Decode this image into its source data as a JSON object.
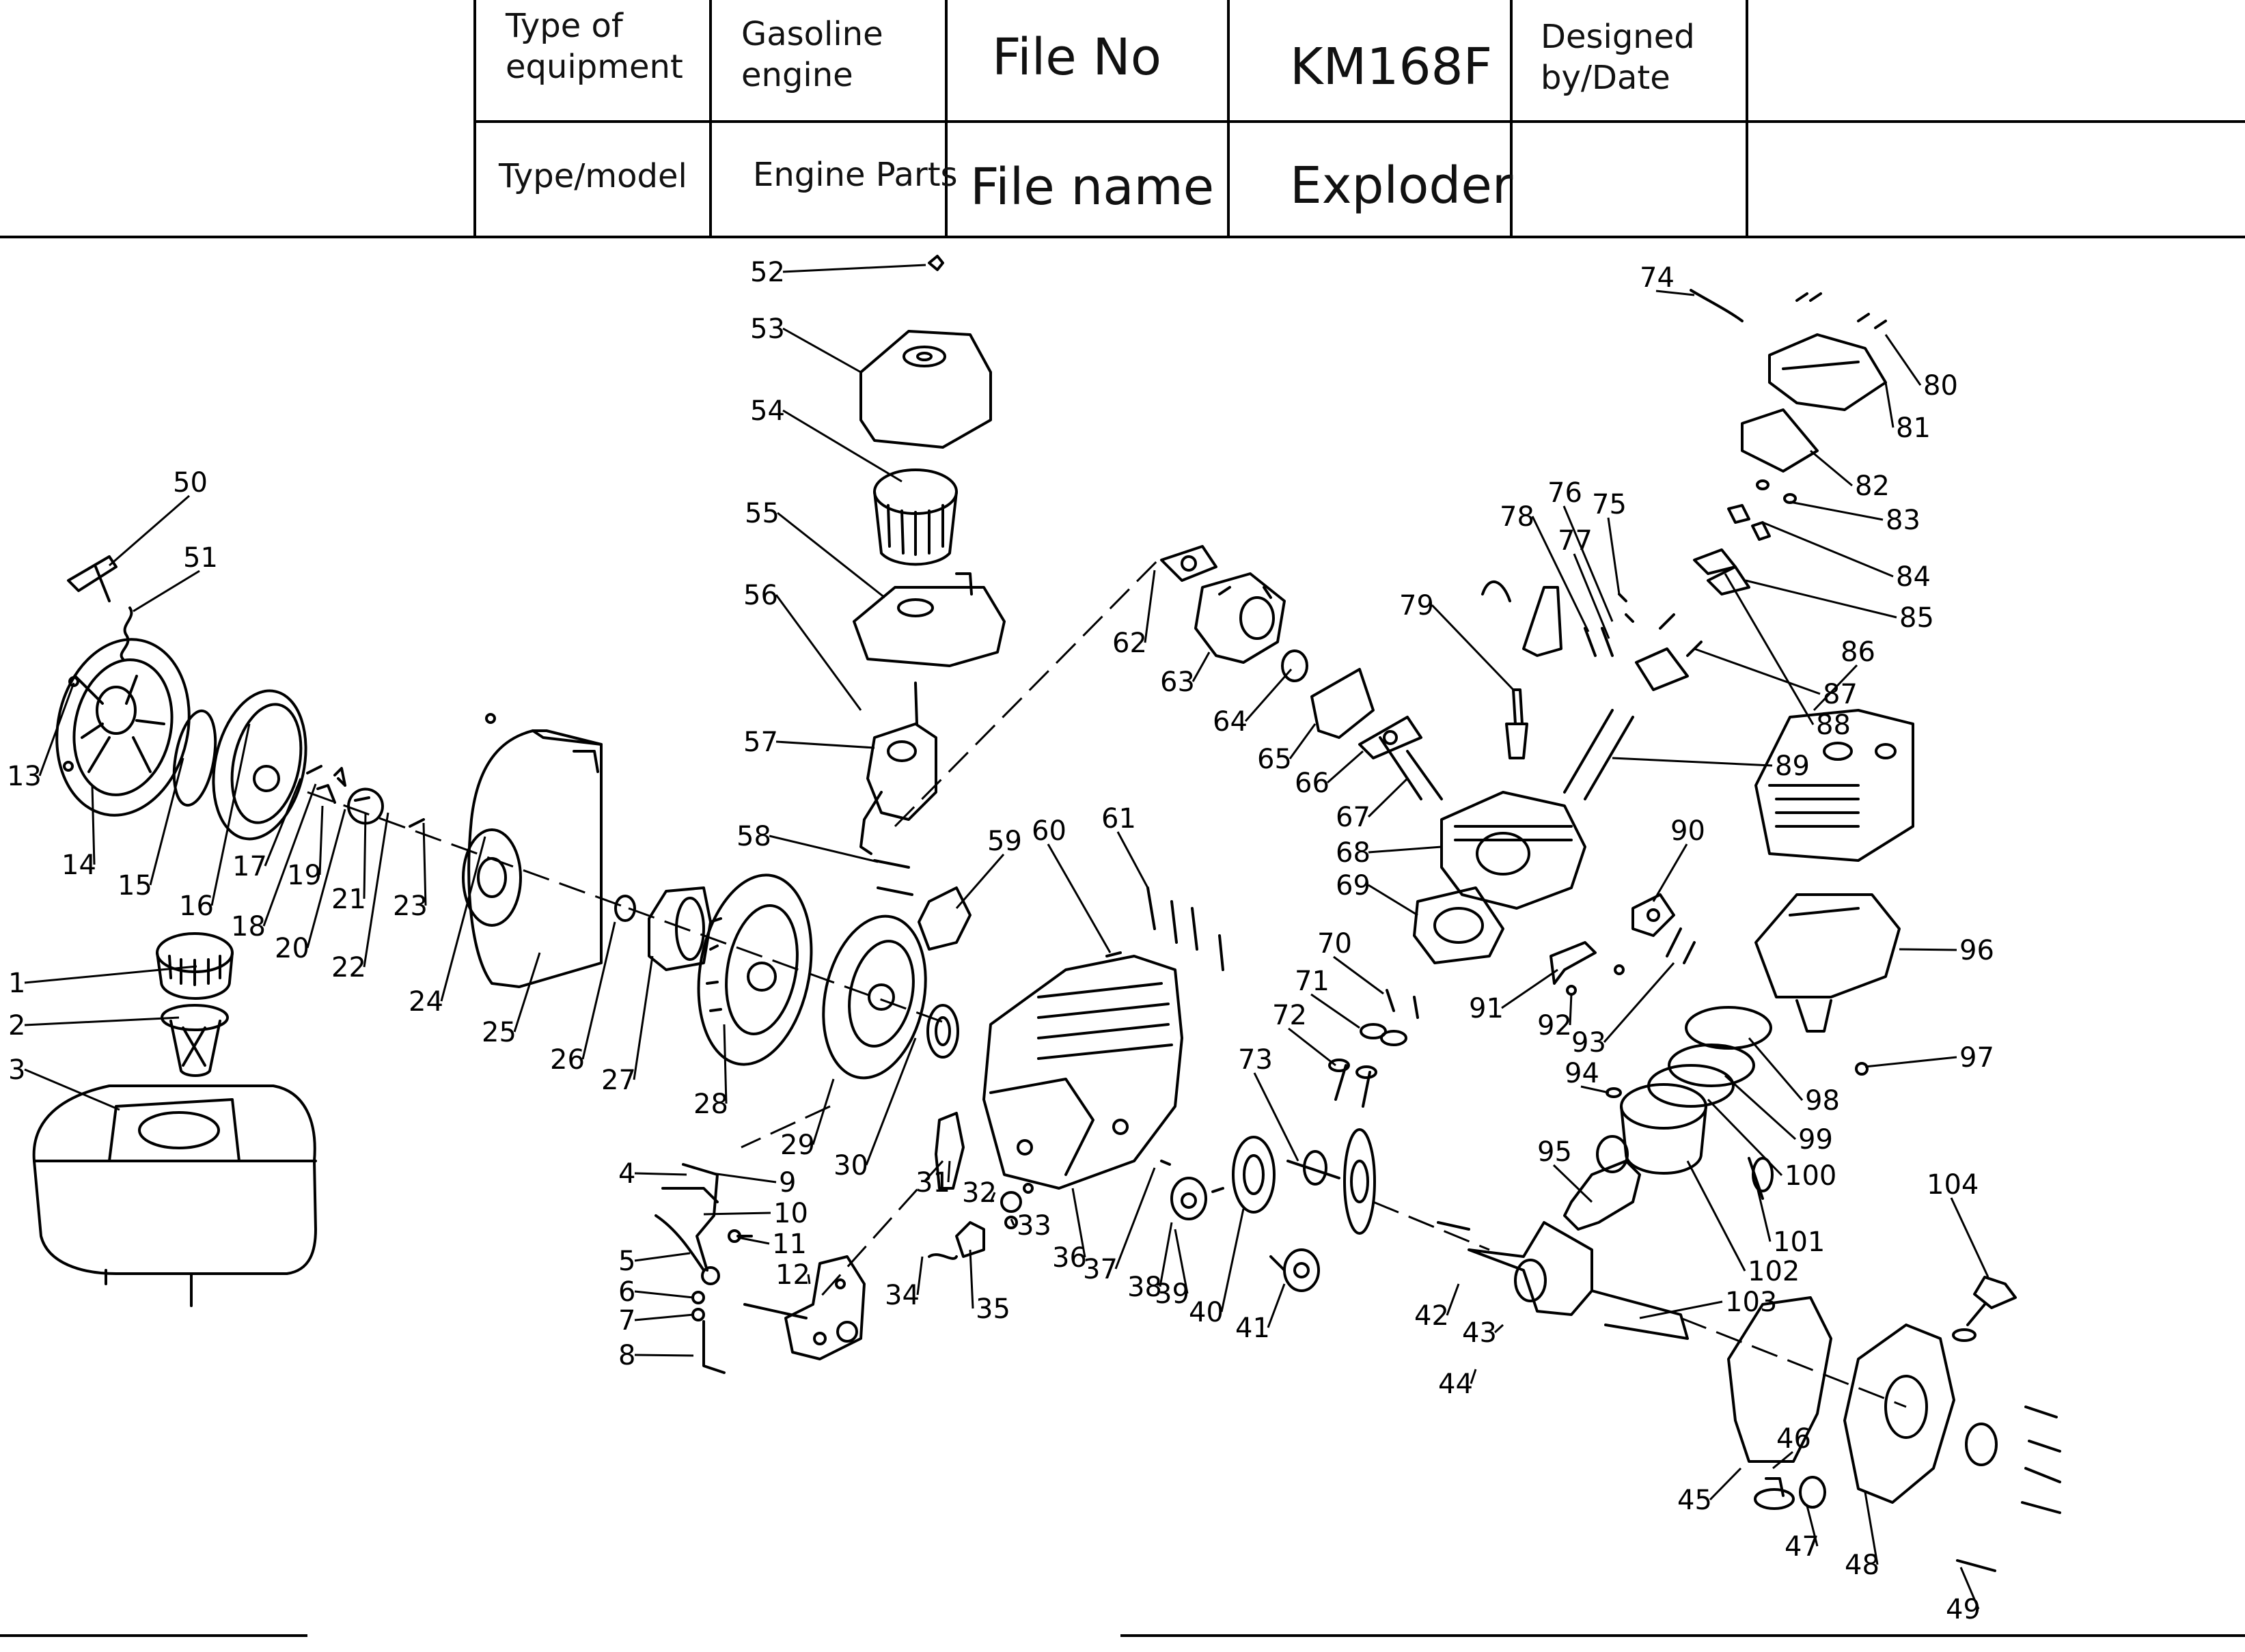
{
  "title_block": {
    "type_of_equipment_label": "Type of\nequipment",
    "type_of_equipment_value": "Gasoline\nengine",
    "file_no_label": "File No",
    "file_no_value": "KM168F",
    "designed_by_label": "Designed\nby/Date",
    "designed_by_value": "",
    "type_model_label": "Type/model",
    "type_model_value": "Engine Parts",
    "file_name_label": "File name",
    "file_name_value": "Exploder"
  },
  "parts": [
    {
      "no": "1"
    },
    {
      "no": "2"
    },
    {
      "no": "3"
    },
    {
      "no": "4"
    },
    {
      "no": "5"
    },
    {
      "no": "6"
    },
    {
      "no": "7"
    },
    {
      "no": "8"
    },
    {
      "no": "9"
    },
    {
      "no": "10"
    },
    {
      "no": "11"
    },
    {
      "no": "12"
    },
    {
      "no": "13"
    },
    {
      "no": "14"
    },
    {
      "no": "15"
    },
    {
      "no": "16"
    },
    {
      "no": "17"
    },
    {
      "no": "18"
    },
    {
      "no": "19"
    },
    {
      "no": "20"
    },
    {
      "no": "21"
    },
    {
      "no": "22"
    },
    {
      "no": "23"
    },
    {
      "no": "24"
    },
    {
      "no": "25"
    },
    {
      "no": "26"
    },
    {
      "no": "27"
    },
    {
      "no": "28"
    },
    {
      "no": "29"
    },
    {
      "no": "30"
    },
    {
      "no": "31"
    },
    {
      "no": "32"
    },
    {
      "no": "33"
    },
    {
      "no": "34"
    },
    {
      "no": "35"
    },
    {
      "no": "36"
    },
    {
      "no": "37"
    },
    {
      "no": "38"
    },
    {
      "no": "39"
    },
    {
      "no": "40"
    },
    {
      "no": "41"
    },
    {
      "no": "42"
    },
    {
      "no": "43"
    },
    {
      "no": "44"
    },
    {
      "no": "45"
    },
    {
      "no": "46"
    },
    {
      "no": "47"
    },
    {
      "no": "48"
    },
    {
      "no": "49"
    },
    {
      "no": "50"
    },
    {
      "no": "51"
    },
    {
      "no": "52"
    },
    {
      "no": "53"
    },
    {
      "no": "54"
    },
    {
      "no": "55"
    },
    {
      "no": "56"
    },
    {
      "no": "57"
    },
    {
      "no": "58"
    },
    {
      "no": "59"
    },
    {
      "no": "60"
    },
    {
      "no": "61"
    },
    {
      "no": "62"
    },
    {
      "no": "63"
    },
    {
      "no": "64"
    },
    {
      "no": "65"
    },
    {
      "no": "66"
    },
    {
      "no": "67"
    },
    {
      "no": "68"
    },
    {
      "no": "69"
    },
    {
      "no": "70"
    },
    {
      "no": "71"
    },
    {
      "no": "72"
    },
    {
      "no": "73"
    },
    {
      "no": "74"
    },
    {
      "no": "75"
    },
    {
      "no": "76"
    },
    {
      "no": "77"
    },
    {
      "no": "78"
    },
    {
      "no": "79"
    },
    {
      "no": "80"
    },
    {
      "no": "81"
    },
    {
      "no": "82"
    },
    {
      "no": "83"
    },
    {
      "no": "84"
    },
    {
      "no": "85"
    },
    {
      "no": "86"
    },
    {
      "no": "87"
    },
    {
      "no": "88"
    },
    {
      "no": "89"
    },
    {
      "no": "90"
    },
    {
      "no": "91"
    },
    {
      "no": "92"
    },
    {
      "no": "93"
    },
    {
      "no": "94"
    },
    {
      "no": "95"
    },
    {
      "no": "96"
    },
    {
      "no": "97"
    },
    {
      "no": "98"
    },
    {
      "no": "99"
    },
    {
      "no": "100"
    },
    {
      "no": "101"
    },
    {
      "no": "102"
    },
    {
      "no": "103"
    },
    {
      "no": "104"
    }
  ]
}
